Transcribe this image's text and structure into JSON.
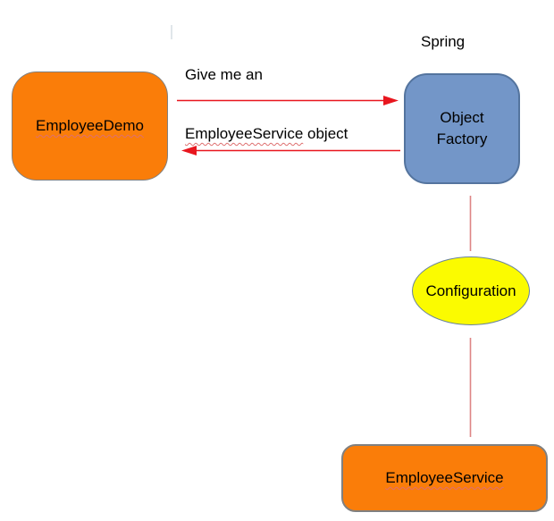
{
  "annotation": {
    "line1": "Give me an",
    "misspelled": "EmployeeService",
    "rest": " object"
  },
  "spring_label": "Spring",
  "nodes": {
    "employee_demo": {
      "label": "EmployeeDemo",
      "shape": "rounded-rectangle"
    },
    "object_factory": {
      "label": "Object Factory",
      "shape": "rounded-rectangle"
    },
    "configuration": {
      "label": "Configuration",
      "shape": "ellipse"
    },
    "employee_service": {
      "label": "EmployeeService",
      "shape": "rounded-rectangle"
    }
  },
  "edges": [
    {
      "from": "employee_demo",
      "to": "object_factory",
      "type": "arrow",
      "color": "#e8161e"
    },
    {
      "from": "object_factory",
      "to": "employee_demo",
      "type": "arrow",
      "color": "#e8161e"
    },
    {
      "from": "object_factory",
      "to": "configuration",
      "type": "line",
      "color": "#de8585"
    },
    {
      "from": "configuration",
      "to": "employee_service",
      "type": "line",
      "color": "#de8585"
    }
  ],
  "colors": {
    "node-orange": "#fa7d09",
    "node-orange-border": "#808080",
    "node-blue": "#7396c8",
    "node-blue-border": "#54749e",
    "node-yellow": "#fbfb00",
    "node-yellow-border": "#68829e",
    "arrow-red": "#e8161e",
    "connector-salmon": "#de8585",
    "squiggle-red": "#de6f6f",
    "text": "#000000"
  }
}
